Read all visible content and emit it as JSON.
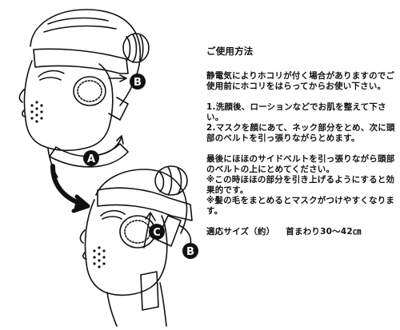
{
  "instructions": {
    "heading": "ご使用方法",
    "intro": "静電気によりホコリが付く場合がありますのでご使用前にホコリをはらってからお使い下さい。",
    "step1": "1.洗顔後、ローションなどでお肌を整えて下さい。",
    "step2": "2.マスクを顔にあて、ネック部分をとめ、次に頭部のベルトを引っ張りながらとめます。",
    "final": "最後にほほのサイドベルトを引っ張りながら頭部のベルトの上にとめてください。",
    "note1": "※この時ほほの部分を引き上げるようにすると効果的です。",
    "note2": "※髪の毛をまとめるとマスクがつけやすくなります。",
    "size_label": "適応サイズ（約）",
    "size_value": "首まわり30～42㎝"
  },
  "labels": {
    "a": "A",
    "b": "B",
    "c": "C"
  },
  "colors": {
    "ink": "#111111",
    "badge_fill": "#111111",
    "badge_text": "#ffffff",
    "background": "#ffffff"
  },
  "icons": {
    "curved_arrow": "curved-arrow-icon",
    "badge": "circle-letter-badge"
  }
}
